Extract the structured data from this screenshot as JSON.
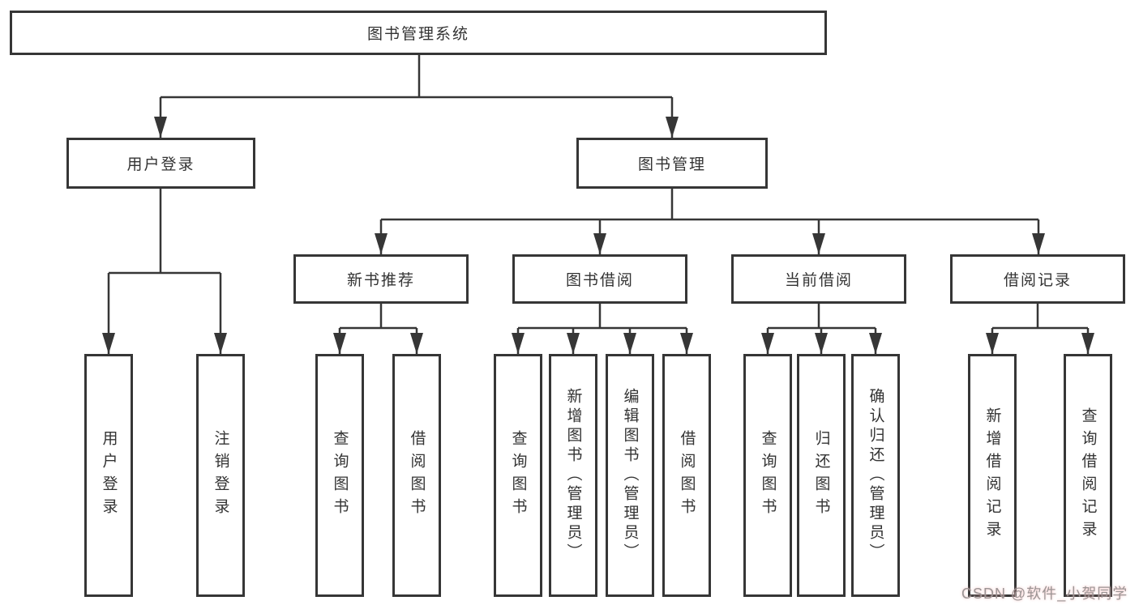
{
  "diagram": {
    "type": "hierarchy-tree",
    "watermark": "CSDN @软件_小贺同学",
    "colors": {
      "background": "#ffffff",
      "box_background": "#ffffff",
      "box_border": "#363636",
      "connector_line": "#363636",
      "text": "#333333",
      "watermark_text": "#9b9595"
    }
  },
  "nodes": {
    "root": {
      "label": "图书管理系统"
    },
    "user_login": {
      "label": "用户登录"
    },
    "book_mgmt": {
      "label": "图书管理"
    },
    "new_book_rec": {
      "label": "新书推荐"
    },
    "book_borrow": {
      "label": "图书借阅"
    },
    "current_borrow": {
      "label": "当前借阅"
    },
    "borrow_records": {
      "label": "借阅记录"
    },
    "leaf_user_login": {
      "label": "用户登录"
    },
    "leaf_logout": {
      "label": "注销登录"
    },
    "leaf_query_books_1": {
      "label": "查询图书"
    },
    "leaf_borrow_books_1": {
      "label": "借阅图书"
    },
    "leaf_query_books_2": {
      "label": "查询图书"
    },
    "leaf_add_books": {
      "label": "新增图书（管理员）"
    },
    "leaf_edit_books": {
      "label": "编辑图书（管理员）"
    },
    "leaf_borrow_books_2": {
      "label": "借阅图书"
    },
    "leaf_query_books_3": {
      "label": "查询图书"
    },
    "leaf_return_books": {
      "label": "归还图书"
    },
    "leaf_confirm_return": {
      "label": "确认归还（管理员）"
    },
    "leaf_add_borrow_record": {
      "label": "新增借阅记录"
    },
    "leaf_query_borrow_record": {
      "label": "查询借阅记录"
    }
  },
  "edges": [
    {
      "from": "图书管理系统",
      "to": [
        "用户登录",
        "图书管理"
      ]
    },
    {
      "from": "用户登录",
      "to": [
        "用户登录",
        "注销登录"
      ]
    },
    {
      "from": "图书管理",
      "to": [
        "新书推荐",
        "图书借阅",
        "当前借阅",
        "借阅记录"
      ]
    },
    {
      "from": "新书推荐",
      "to": [
        "查询图书",
        "借阅图书"
      ]
    },
    {
      "from": "图书借阅",
      "to": [
        "查询图书",
        "新增图书（管理员）",
        "编辑图书（管理员）",
        "借阅图书"
      ]
    },
    {
      "from": "当前借阅",
      "to": [
        "查询图书",
        "归还图书",
        "确认归还（管理员）"
      ]
    },
    {
      "from": "借阅记录",
      "to": [
        "新增借阅记录",
        "查询借阅记录"
      ]
    }
  ]
}
